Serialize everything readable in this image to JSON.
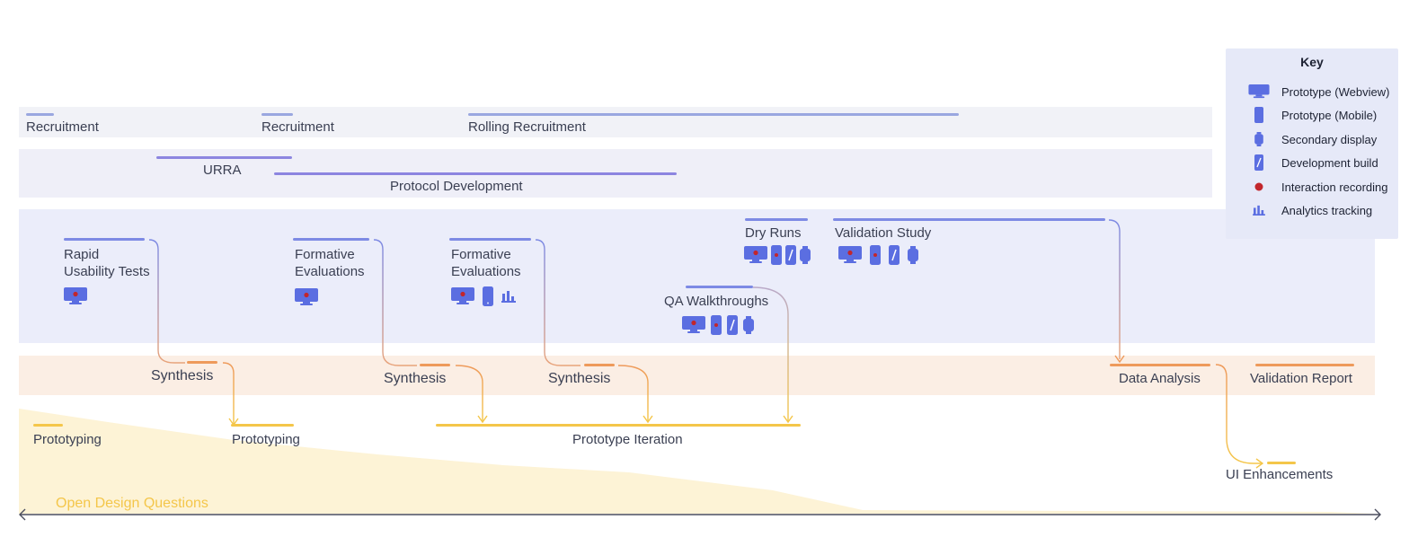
{
  "colors": {
    "recruit_band": "#f1f2f7",
    "protocol_band": "#efeff8",
    "study_band": "#ebedfa",
    "synthesis_band": "#fbeee4",
    "design_area": "#fdf3d6",
    "blue": "#5b6ee1",
    "purple": "#8c85e0",
    "orange": "#ee9a5b",
    "yellow": "#f4c64a",
    "red": "#c2262c"
  },
  "recruitment": [
    {
      "label": "Recruitment"
    },
    {
      "label": "Recruitment"
    },
    {
      "label": "Rolling Recruitment"
    }
  ],
  "planning": [
    {
      "label": "URRA"
    },
    {
      "label": "Protocol Development"
    }
  ],
  "studies": [
    {
      "label_line1": "Rapid",
      "label_line2": "Usability Tests",
      "icons": [
        "webview-icon"
      ]
    },
    {
      "label_line1": "Formative",
      "label_line2": "Evaluations",
      "icons": [
        "webview-icon"
      ]
    },
    {
      "label_line1": "Formative",
      "label_line2": "Evaluations",
      "icons": [
        "webview-icon",
        "mobile-icon",
        "analytics-icon"
      ]
    },
    {
      "label": "QA Walkthroughs",
      "icons": [
        "webview-icon",
        "mobile-icon",
        "devbuild-icon",
        "secondary-display-icon"
      ]
    },
    {
      "label": "Dry Runs",
      "icons": [
        "webview-icon",
        "mobile-icon",
        "devbuild-icon",
        "secondary-display-icon"
      ]
    },
    {
      "label": "Validation Study",
      "icons": [
        "webview-icon",
        "mobile-icon",
        "devbuild-icon",
        "secondary-display-icon"
      ]
    }
  ],
  "synthesis": [
    {
      "label": "Synthesis"
    },
    {
      "label": "Synthesis"
    },
    {
      "label": "Synthesis"
    },
    {
      "label": "Data Analysis"
    },
    {
      "label": "Validation Report"
    }
  ],
  "prototyping": [
    {
      "label": "Prototyping"
    },
    {
      "label": "Prototyping"
    },
    {
      "label": "Prototype Iteration"
    },
    {
      "label": "UI Enhancements"
    }
  ],
  "open_design_questions": "Open Design Questions",
  "key": {
    "title": "Key",
    "items": [
      {
        "icon": "webview-icon",
        "label": "Prototype (Webview)"
      },
      {
        "icon": "mobile-icon",
        "label": "Prototype (Mobile)"
      },
      {
        "icon": "secondary-display-icon",
        "label": "Secondary display"
      },
      {
        "icon": "devbuild-icon",
        "label": "Development build"
      },
      {
        "icon": "recording-icon",
        "label": "Interaction recording"
      },
      {
        "icon": "analytics-icon",
        "label": "Analytics tracking"
      }
    ]
  }
}
